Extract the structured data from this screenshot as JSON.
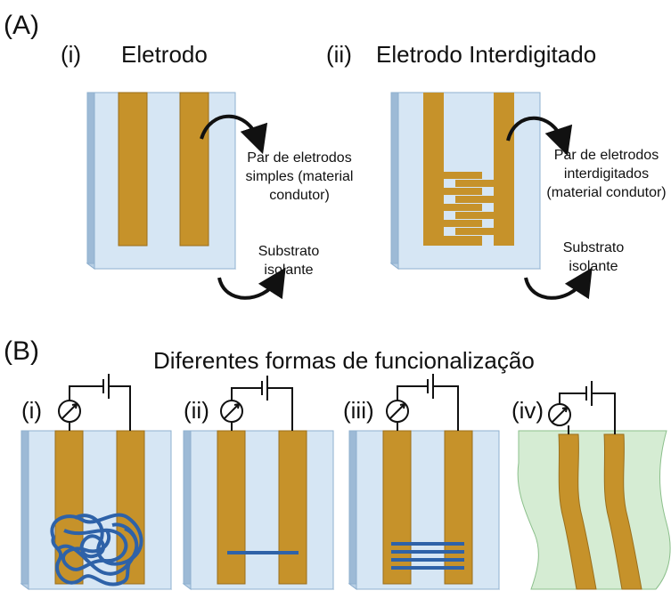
{
  "panel_a": {
    "letter": "(A)",
    "left": {
      "numeral": "(i)",
      "title": "Eletrodo",
      "electrode_note": "Par de eletrodos simples (material condutor)",
      "substrate_note": "Substrato isolante"
    },
    "right": {
      "numeral": "(ii)",
      "title": "Eletrodo Interdigitado",
      "electrode_note": "Par de eletrodos interdigitados (material condutor)",
      "substrate_note": "Substrato isolante"
    }
  },
  "panel_b": {
    "letter": "(B)",
    "title": "Diferentes formas de funcionalização",
    "numerals": [
      "(i)",
      "(ii)",
      "(iii)",
      "(iv)"
    ]
  },
  "colors": {
    "substrate": "#d6e6f4",
    "substrate_edge": "#8fb0cf",
    "electrode": "#c6922a",
    "electrode_edge": "#9a6f1c",
    "functional": "#2e62a8",
    "flexible": "#d5ecd3",
    "flexible_edge": "#8bbf8b",
    "circuit": "#111111"
  }
}
